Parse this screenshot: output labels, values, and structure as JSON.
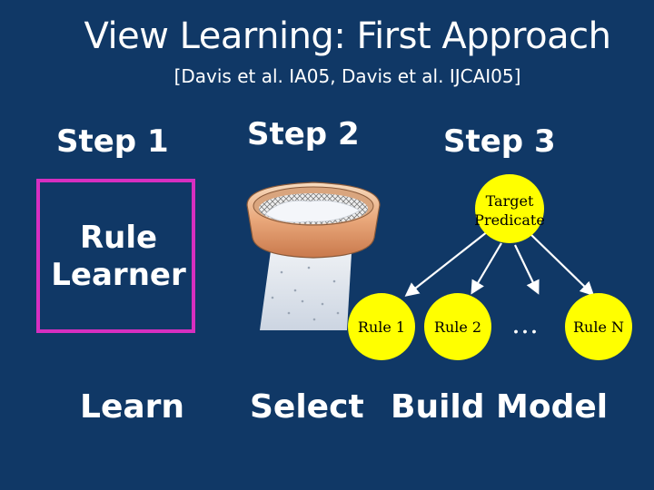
{
  "slide": {
    "title": "View Learning: First Approach",
    "subtitle": "[Davis et al. IA05, Davis et al. IJCAI05]"
  },
  "steps": {
    "step1": "Step 1",
    "step2": "Step 2",
    "step3": "Step 3"
  },
  "learner": {
    "line1": "Rule",
    "line2": "Learner",
    "border_color": "#d62fc0"
  },
  "tree": {
    "root_line1": "Target",
    "root_line2": "Predicate",
    "rule1": "Rule 1",
    "rule2": "Rule 2",
    "ellipsis": "…",
    "ruleN": "Rule N",
    "node_color": "#ffff00"
  },
  "labels": {
    "learn": "Learn",
    "select": "Select",
    "build_model": "Build Model"
  },
  "icons": {
    "sieve": "sieve-icon"
  },
  "colors": {
    "background": "#103866",
    "text": "#ffffff"
  }
}
